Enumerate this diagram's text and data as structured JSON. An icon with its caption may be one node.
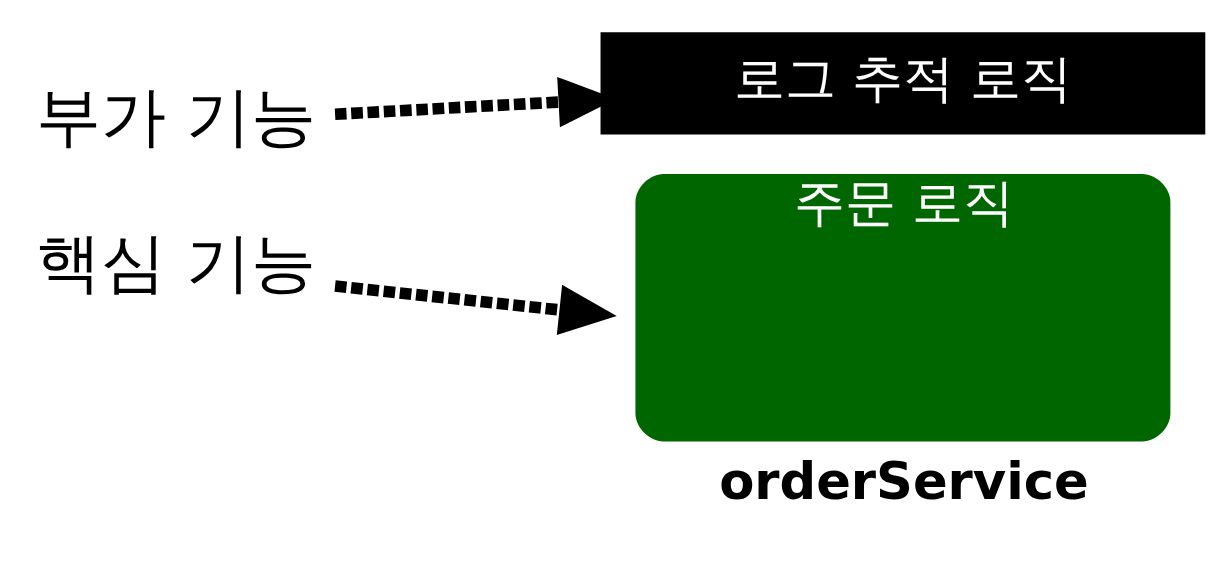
{
  "diagram": {
    "nodes": [
      {
        "text": [
          "부가 기능"
        ]
      },
      {
        "text": [
          "로그 추적 로직"
        ]
      },
      {
        "text": [
          "주문 로직"
        ],
        "beside": [
          "orderService"
        ]
      },
      {
        "text": [
          "핵심 기능"
        ]
      }
    ],
    "edges": [
      {
        "from": 0,
        "to": 1,
        "arrow": "to",
        "style": "dashed"
      },
      {
        "from": 3,
        "to": 2,
        "arrow": "to",
        "style": "dashed"
      }
    ]
  }
}
